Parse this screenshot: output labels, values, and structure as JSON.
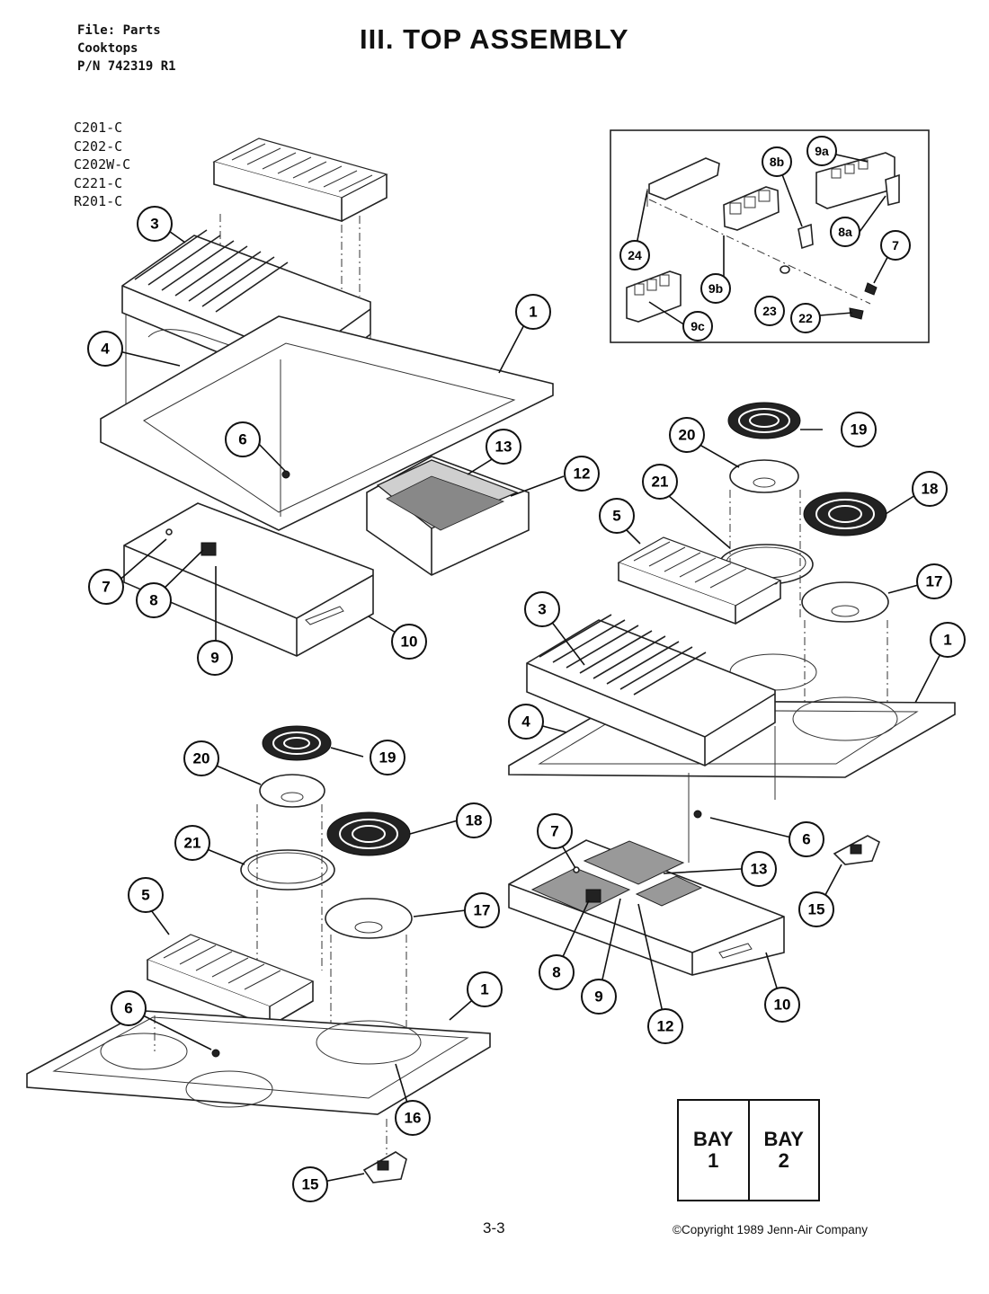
{
  "header": {
    "file_line": "File: Parts",
    "category_line": "Cooktops",
    "pn_line": "P/N 742319 R1",
    "title": "III. TOP ASSEMBLY"
  },
  "models": [
    "C201-C",
    "C202-C",
    "C202W-C",
    "C221-C",
    "R201-C"
  ],
  "bay_box": {
    "cells": [
      [
        "BAY",
        "1"
      ],
      [
        "BAY",
        "2"
      ]
    ]
  },
  "footer": {
    "page": "3-3",
    "copyright": "©Copyright 1989 Jenn-Air Company"
  },
  "inset_callouts": [
    "9a",
    "8b",
    "8a",
    "7",
    "24",
    "9b",
    "23",
    "22",
    "9c"
  ],
  "top_left_callouts": [
    "3",
    "1",
    "4",
    "6",
    "13",
    "12",
    "7",
    "8",
    "9",
    "10"
  ],
  "right_callouts": [
    "20",
    "19",
    "21",
    "18",
    "5",
    "17",
    "3",
    "1",
    "4",
    "6",
    "15",
    "7",
    "13",
    "8",
    "9",
    "12",
    "10"
  ],
  "bottom_left_callouts": [
    "20",
    "19",
    "21",
    "18",
    "5",
    "17",
    "6",
    "1",
    "16",
    "15"
  ]
}
